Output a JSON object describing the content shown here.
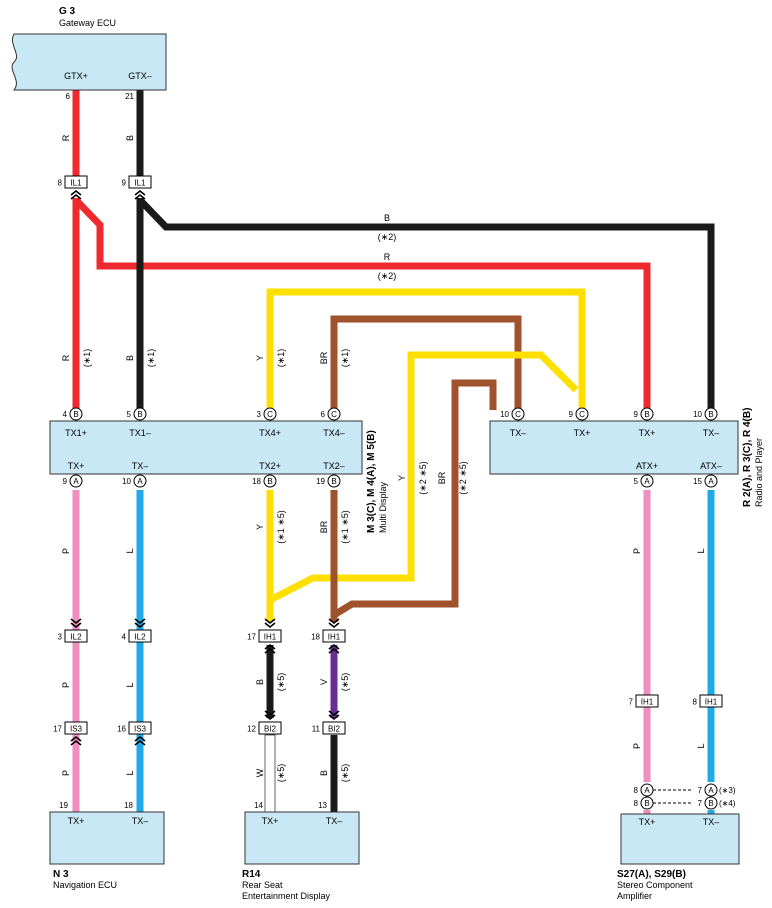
{
  "colors": {
    "component_fill": "#c9e8f5",
    "red": "#ee2a2e",
    "black": "#1a1a1a",
    "yellow": "#ffdf00",
    "brown": "#a0522d",
    "pink": "#f08ec0",
    "blue": "#1fa9e6",
    "violet": "#6a2c91",
    "white_wire": "#ffffff"
  },
  "components": {
    "gateway": {
      "code": "G 3",
      "name": "Gateway ECU",
      "pins": [
        "GTX+",
        "GTX–"
      ]
    },
    "multi": {
      "code": "M 3(C), M 4(A), M 5(B)",
      "name": "Multi Display",
      "top_pins": [
        "TX1+",
        "TX1–",
        "TX4+",
        "TX4–"
      ],
      "bottom_pins": [
        "TX+",
        "TX–",
        "TX2+",
        "TX2–"
      ]
    },
    "radio": {
      "code": "R 2(A), R 3(C), R 4(B)",
      "name": "Radio and Player",
      "top_pins": [
        "TX–",
        "TX+",
        "TX+",
        "TX–"
      ],
      "bottom_pins": [
        "ATX+",
        "ATX–"
      ]
    },
    "nav": {
      "code": "N 3",
      "name": "Navigation ECU",
      "pins": [
        "TX+",
        "TX–"
      ]
    },
    "rear": {
      "code": "R14",
      "name_line1": "Rear Seat",
      "name_line2": "Entertainment Display",
      "pins": [
        "TX+",
        "TX–"
      ]
    },
    "amp": {
      "code": "S27(A), S29(B)",
      "name_line1": "Stereo Component",
      "name_line2": "Amplifier",
      "pins": [
        "TX+",
        "TX–"
      ]
    }
  },
  "pin_numbers": {
    "g_left": "6",
    "g_right": "21",
    "m_top": [
      "4",
      "5",
      "3",
      "6"
    ],
    "m_bot": [
      "9",
      "10",
      "18",
      "19"
    ],
    "r_top": [
      "10",
      "9",
      "9",
      "10"
    ],
    "r_bot": [
      "5",
      "15"
    ],
    "n": [
      "19",
      "18"
    ],
    "rear": [
      "14",
      "13"
    ],
    "amp_a_left": "8",
    "amp_b_left": "8",
    "amp_a_right": "7",
    "amp_b_right": "7"
  },
  "pin_letters": {
    "m_top": [
      "B",
      "B",
      "C",
      "C"
    ],
    "m_bot": [
      "A",
      "A",
      "B",
      "B"
    ],
    "r_top": [
      "C",
      "C",
      "B",
      "B"
    ],
    "r_bot": [
      "A",
      "A"
    ],
    "amp_left": [
      "A",
      "B"
    ],
    "amp_right": [
      "A",
      "B"
    ]
  },
  "amp_notes": [
    "(∗3)",
    "(∗4)"
  ],
  "connectors": {
    "il1_a": {
      "num": "8",
      "id": "IL1"
    },
    "il1_b": {
      "num": "9",
      "id": "IL1"
    },
    "il2_a": {
      "num": "3",
      "id": "IL2"
    },
    "il2_b": {
      "num": "4",
      "id": "IL2"
    },
    "is3_a": {
      "num": "17",
      "id": "IS3"
    },
    "is3_b": {
      "num": "16",
      "id": "IS3"
    },
    "ih1_a": {
      "num": "17",
      "id": "IH1"
    },
    "ih1_b": {
      "num": "18",
      "id": "IH1"
    },
    "bi2_a": {
      "num": "12",
      "id": "BI2"
    },
    "bi2_b": {
      "num": "11",
      "id": "BI2"
    },
    "ih1_c": {
      "num": "7",
      "id": "IH1"
    },
    "ih1_d": {
      "num": "8",
      "id": "IH1"
    }
  },
  "wire_labels": {
    "r1": "R",
    "b1": "B",
    "r2": "R",
    "r2n": "(∗1)",
    "b2": "B",
    "b2n": "(∗1)",
    "y1": "Y",
    "y1n": "(∗1)",
    "br1": "BR",
    "br1n": "(∗1)",
    "bh": "B",
    "bhn": "(∗2)",
    "rh": "R",
    "rhn": "(∗2)",
    "yr": "Y",
    "yrn": "(∗2 ∗5)",
    "brr": "BR",
    "brrn": "(∗2 ∗5)",
    "p1": "P",
    "l1": "L",
    "y2": "Y",
    "y2n": "(∗1 ∗5)",
    "br2": "BR",
    "br2n": "(∗1 ∗5)",
    "p2": "P",
    "l2": "L",
    "b3": "B",
    "b3n": "(∗5)",
    "v1": "V",
    "v1n": "(∗5)",
    "p3": "P",
    "l3": "L",
    "w1": "W",
    "w1n": "(∗5)",
    "b4": "B",
    "b4n": "(∗5)",
    "p4": "P",
    "l4": "L"
  }
}
